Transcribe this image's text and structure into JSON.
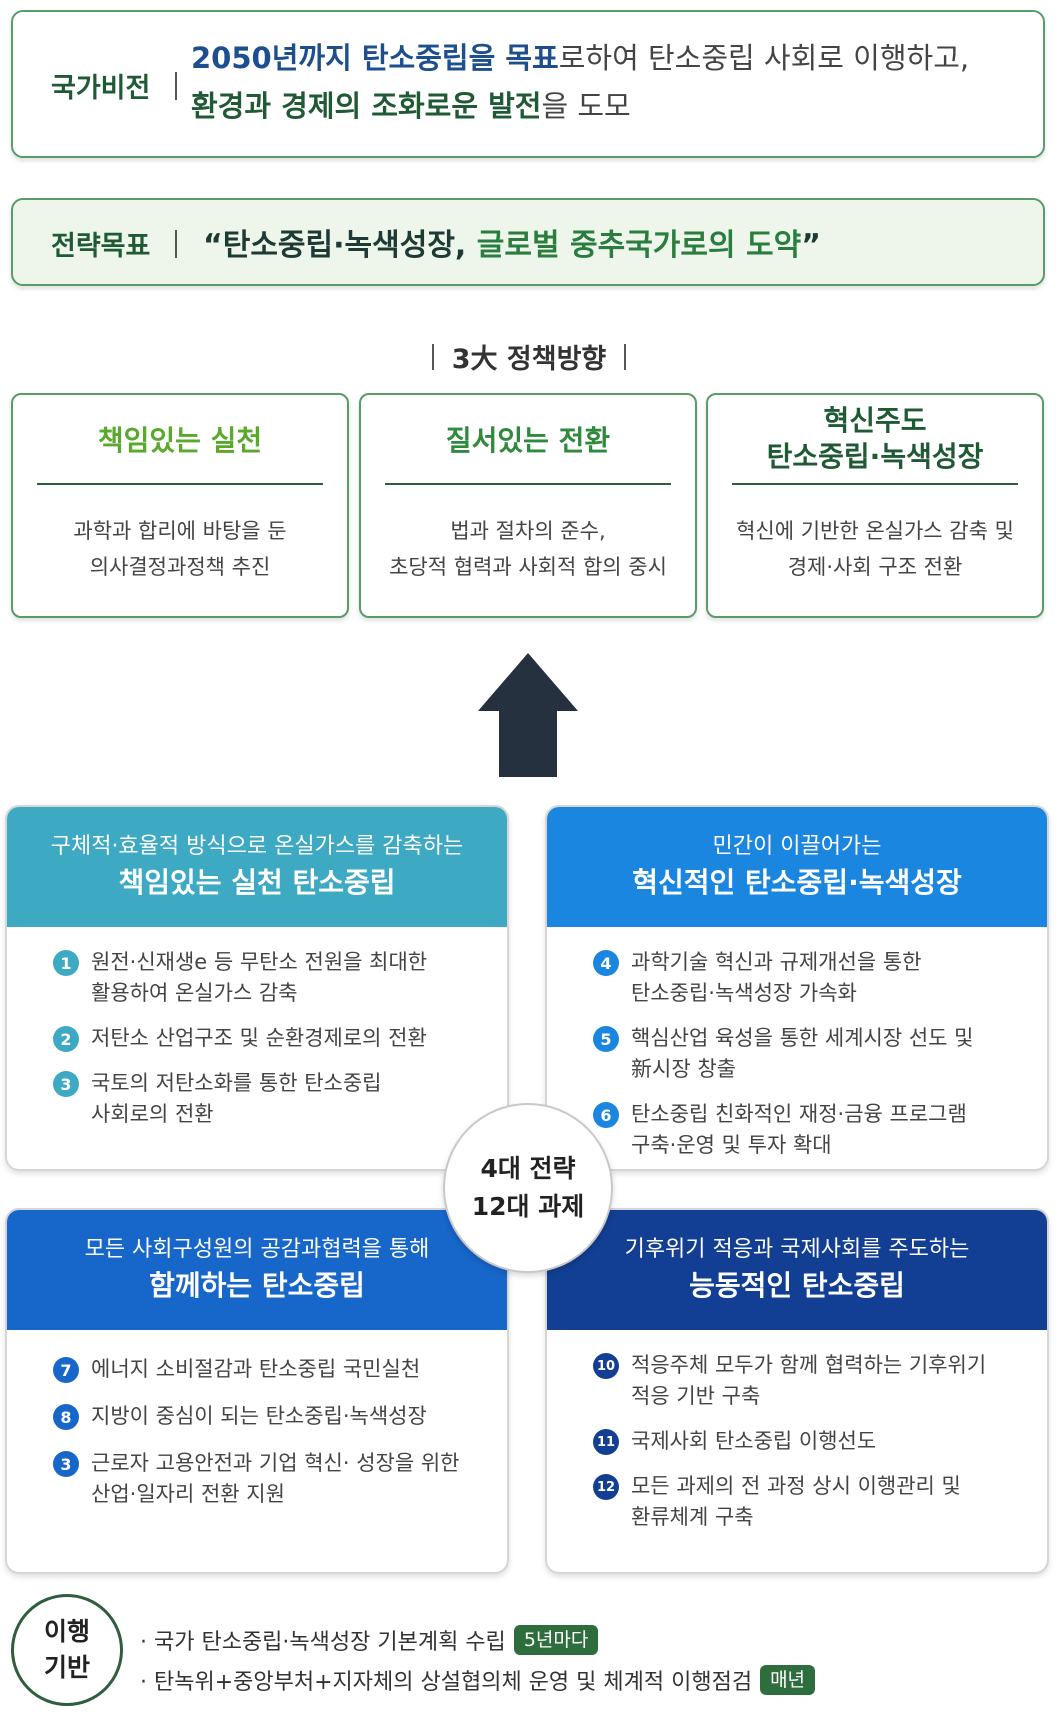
{
  "vision": {
    "label": "국가비전",
    "line1_hl": "2050년까지 탄소중립을 목표",
    "line1_rest": "로하여 탄소중립 사회로 이행하고,",
    "line2_hl": "환경과 경제의 조화로운 발전",
    "line2_rest": "을 도모"
  },
  "goal": {
    "label": "전략목표",
    "text_a": "“탄소중립·녹색성장, ",
    "text_b": "글로벌 중추국가로의 도약",
    "text_c": "”"
  },
  "directions": {
    "title": "3大 정책방향",
    "items": [
      {
        "title": "책임있는 실천",
        "desc1": "과학과 합리에 바탕을 둔",
        "desc2": "의사결정과정책 추진",
        "color": "#5aa82c"
      },
      {
        "title": "질서있는 전환",
        "desc1": "법과 절차의 준수,",
        "desc2": "초당적 협력과 사회적 합의 중시",
        "color": "#2f8a3e"
      },
      {
        "title1": "혁신주도",
        "title2": "탄소중립·녹색성장",
        "desc1": "혁신에 기반한 온실가스 감축 및",
        "desc2": "경제·사회 구조 전환",
        "color": "#1f5a35"
      }
    ]
  },
  "center": {
    "line1": "4대 전략",
    "line2": "12대 과제"
  },
  "strategies": [
    {
      "sub": "구체적·효율적 방식으로 온실가스를 감축하는",
      "title": "책임있는 실천 탄소중립",
      "color": "#3ea9c3",
      "tasks": [
        {
          "num": "1",
          "l1": "원전·신재생e 등 무탄소 전원을 최대한",
          "l2": "활용하여 온실가스 감축"
        },
        {
          "num": "2",
          "l1": "저탄소 산업구조 및 순환경제로의 전환",
          "l2": ""
        },
        {
          "num": "3",
          "l1": "국토의 저탄소화를 통한 탄소중립",
          "l2": "사회로의 전환"
        }
      ]
    },
    {
      "sub": "민간이 이끌어가는",
      "title": "혁신적인 탄소중립·녹색성장",
      "color": "#1b86e0",
      "tasks": [
        {
          "num": "4",
          "l1": "과학기술 혁신과 규제개선을 통한",
          "l2": "탄소중립·녹색성장 가속화"
        },
        {
          "num": "5",
          "l1": "핵심산업 육성을 통한 세계시장 선도 및",
          "l2": "新시장 창출"
        },
        {
          "num": "6",
          "l1": "탄소중립 친화적인 재정·금융 프로그램",
          "l2": "구축·운영 및 투자 확대"
        }
      ]
    },
    {
      "sub": "모든 사회구성원의 공감과협력을 통해",
      "title": "함께하는 탄소중립",
      "color": "#1766c9",
      "tasks": [
        {
          "num": "7",
          "l1": "에너지 소비절감과 탄소중립 국민실천",
          "l2": ""
        },
        {
          "num": "8",
          "l1": "지방이 중심이 되는 탄소중립·녹색성장",
          "l2": ""
        },
        {
          "num": "3",
          "l1": "근로자 고용안전과 기업 혁신· 성장을 위한",
          "l2": "산업·일자리 전환 지원"
        }
      ]
    },
    {
      "sub": "기후위기 적응과 국제사회를 주도하는",
      "title": "능동적인 탄소중립",
      "color": "#123f93",
      "tasks": [
        {
          "num": "10",
          "l1": "적응주체 모두가 함께 협력하는 기후위기",
          "l2": "적응 기반 구축"
        },
        {
          "num": "11",
          "l1": "국제사회 탄소중립 이행선도",
          "l2": ""
        },
        {
          "num": "12",
          "l1": "모든 과제의 전 과정 상시 이행관리 및",
          "l2": "환류체계 구축"
        }
      ]
    }
  ],
  "implementation": {
    "label1": "이행",
    "label2": "기반",
    "items": [
      {
        "text": "· 국가 탄소중립·녹색성장 기본계획 수립",
        "badge": "5년마다"
      },
      {
        "text": "· 탄녹위+중앙부처+지자체의 상설협의체 운영 및 체계적 이행점검",
        "badge": "매년"
      }
    ]
  }
}
